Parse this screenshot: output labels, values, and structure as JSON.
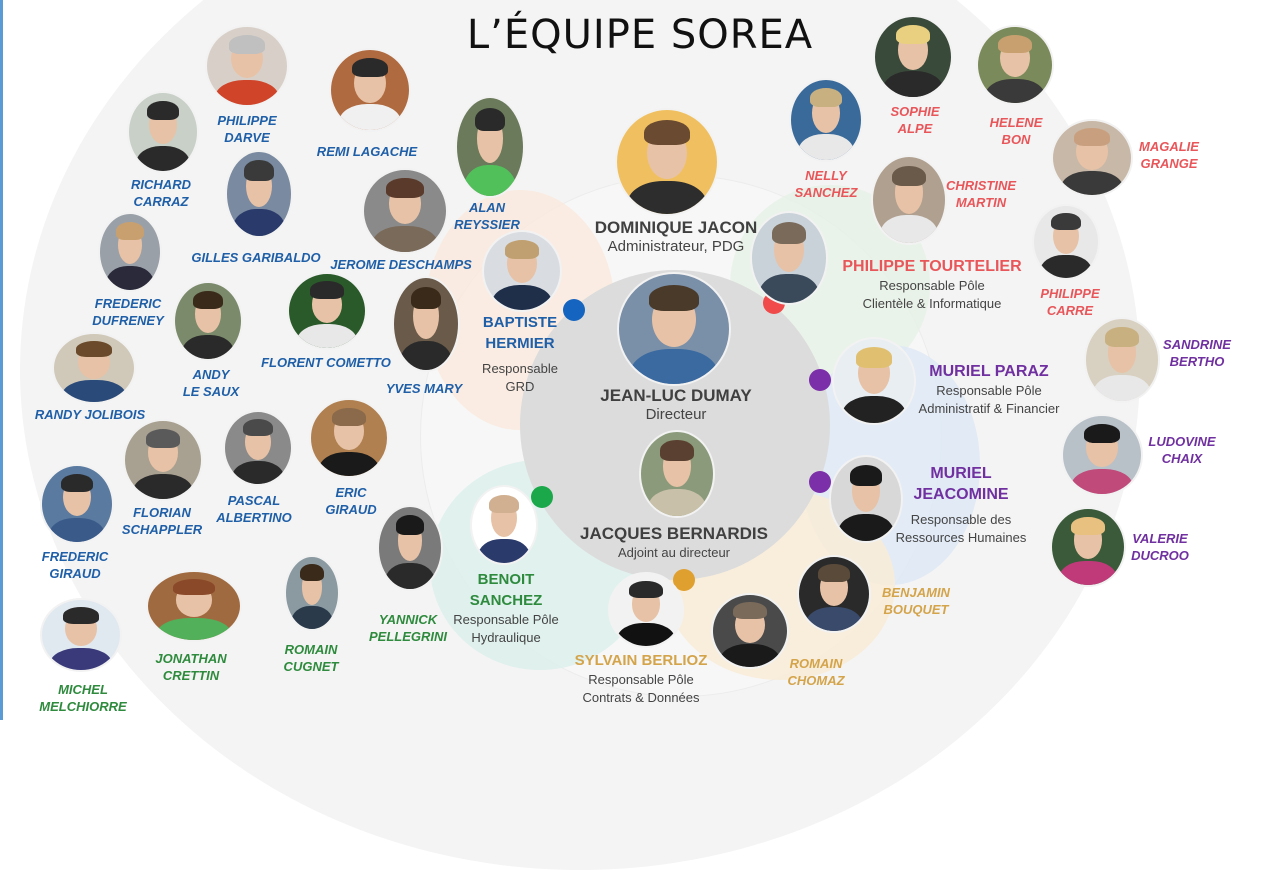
{
  "title": "L’ÉQUIPE SOREA",
  "leaders": [
    {
      "id": "jacon",
      "name": "DOMINIQUE JACON",
      "role": "Administrateur, PDG"
    },
    {
      "id": "dumay",
      "name": "JEAN-LUC DUMAY",
      "role": "Directeur"
    },
    {
      "id": "bernardis",
      "name": "JACQUES BERNARDIS",
      "role": "Adjoint au directeur"
    },
    {
      "id": "tourtelier",
      "name": "PHILIPPE TOURTELIER",
      "role": "Responsable Pôle\nClientèle & Informatique"
    },
    {
      "id": "paraz",
      "name": "MURIEL PARAZ",
      "role": "Responsable Pôle\nAdministratif  & Financier"
    },
    {
      "id": "jeacomine",
      "name": "MURIEL\nJEACOMINE",
      "role": "Responsable des\nRessources Humaines"
    },
    {
      "id": "berlioz",
      "name": "SYLVAIN BERLIOZ",
      "role": "Responsable Pôle\nContrats & Données"
    },
    {
      "id": "sanchez",
      "name": "BENOIT\nSANCHEZ",
      "role": "Responsable Pôle\nHydraulique"
    },
    {
      "id": "hermier",
      "name": "BAPTISTE\nHERMIER",
      "role": "Responsable\nGRD"
    }
  ],
  "members": [
    {
      "id": "darve",
      "name": "PHILIPPE\nDARVE"
    },
    {
      "id": "lagache",
      "name": "REMI LAGACHE"
    },
    {
      "id": "carraz",
      "name": "RICHARD\nCARRAZ"
    },
    {
      "id": "reyssier",
      "name": "ALAN\nREYSSIER"
    },
    {
      "id": "garibaldo",
      "name": "GILLES GARIBALDO"
    },
    {
      "id": "deschamps",
      "name": "JEROME DESCHAMPS"
    },
    {
      "id": "dufreney",
      "name": "FREDERIC\nDUFRENEY"
    },
    {
      "id": "lesaux",
      "name": "ANDY\nLE SAUX"
    },
    {
      "id": "cometto",
      "name": "FLORENT COMETTO"
    },
    {
      "id": "mary",
      "name": "YVES MARY"
    },
    {
      "id": "jolibois",
      "name": "RANDY JOLIBOIS"
    },
    {
      "id": "schappler",
      "name": "FLORIAN\nSCHAPPLER"
    },
    {
      "id": "albertino",
      "name": "PASCAL\nALBERTINO"
    },
    {
      "id": "egiraud",
      "name": "ERIC\nGIRAUD"
    },
    {
      "id": "fgiraud",
      "name": "FREDERIC\nGIRAUD"
    },
    {
      "id": "pellegrini",
      "name": "YANNICK\nPELLEGRINI"
    },
    {
      "id": "crettin",
      "name": "JONATHAN\nCRETTIN"
    },
    {
      "id": "cugnet",
      "name": "ROMAIN\nCUGNET"
    },
    {
      "id": "melchiorre",
      "name": "MICHEL\nMELCHIORRE"
    },
    {
      "id": "alpe",
      "name": "SOPHIE\nALPE"
    },
    {
      "id": "bon",
      "name": "HELENE\nBON"
    },
    {
      "id": "nsanchez",
      "name": "NELLY\nSANCHEZ"
    },
    {
      "id": "grange",
      "name": "MAGALIE\nGRANGE"
    },
    {
      "id": "martin",
      "name": "CHRISTINE\nMARTIN"
    },
    {
      "id": "carre",
      "name": "PHILIPPE\nCARRE"
    },
    {
      "id": "bertho",
      "name": "SANDRINE\nBERTHO"
    },
    {
      "id": "chaix",
      "name": "LUDOVINE\nCHAIX"
    },
    {
      "id": "ducroo",
      "name": "VALERIE\nDUCROO"
    },
    {
      "id": "bouquet",
      "name": "BENJAMIN\nBOUQUET"
    },
    {
      "id": "chomaz",
      "name": "ROMAIN\nCHOMAZ"
    }
  ],
  "colors": {
    "blue": "#1f5fa8",
    "red": "#e8565a",
    "purple": "#7030a0",
    "green": "#2e8b3d",
    "orange": "#d4a44a",
    "dark": "#404040",
    "dot_blue": "#1565c0",
    "dot_red": "#f04a4a",
    "dot_purple": "#7b2fa8",
    "dot_green": "#1aa84a",
    "dot_orange": "#e0a030"
  },
  "icons": [
    "portrait-photo"
  ]
}
